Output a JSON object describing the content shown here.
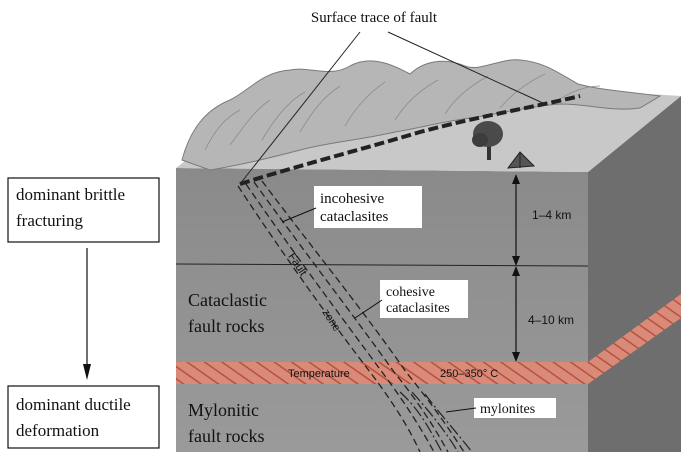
{
  "title": "Surface trace of fault",
  "left_panel": {
    "top_box": [
      "dominant brittle",
      "fracturing"
    ],
    "bottom_box": [
      "dominant ductile",
      "deformation"
    ]
  },
  "labels": {
    "incohesive": [
      "incohesive",
      "cataclasites"
    ],
    "cohesive": [
      "cohesive",
      "cataclasites"
    ],
    "mylonites": "mylonites",
    "cataclastic": [
      "Cataclastic",
      "fault rocks"
    ],
    "mylonitic": [
      "Mylonitic",
      "fault rocks"
    ],
    "fault": "Fault",
    "zone": "zone",
    "temperature": "Temperature",
    "temp_range": "250–350° C",
    "depth_upper": "1–4 km",
    "depth_lower": "4–10 km"
  },
  "colors": {
    "block_front": "#8d8d8d",
    "block_side": "#6f6f6f",
    "surface": "#c9c9c9",
    "hills": "#b7b7b7",
    "temperature_band": "#d98a78"
  }
}
